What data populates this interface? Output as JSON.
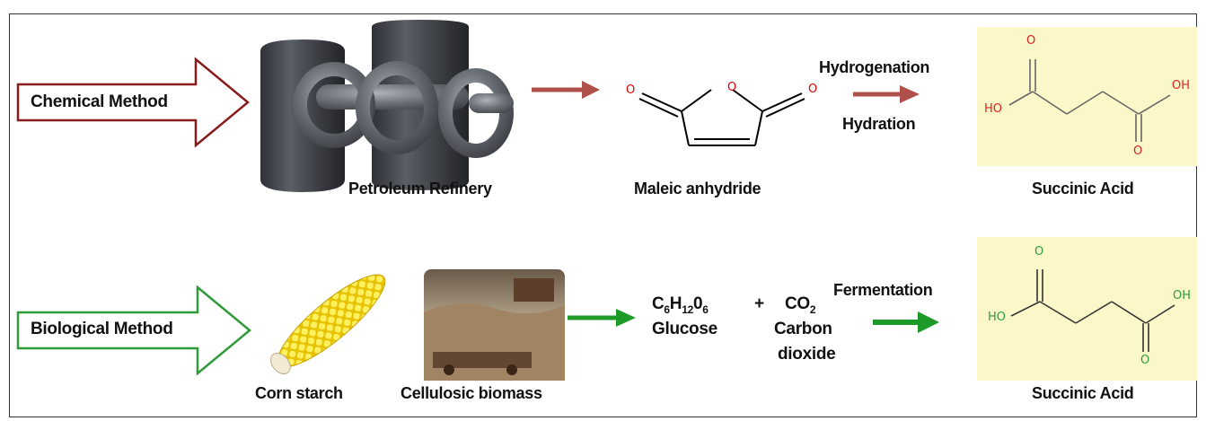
{
  "chemical": {
    "method_label": "Chemical Method",
    "source_label": "Petroleum Refinery",
    "intermediate_label": "Maleic anhydride",
    "step_top": "Hydrogenation",
    "step_bottom": "Hydration",
    "product_label": "Succinic Acid"
  },
  "biological": {
    "method_label": "Biological Method",
    "source1_label": "Corn starch",
    "source2_label": "Cellulosic biomass",
    "glucose_formula": {
      "c": "C",
      "c_sub": "6",
      "h": "H",
      "h_sub": "12",
      "o": "0",
      "o_sub": "6"
    },
    "glucose_name": "Glucose",
    "plus": "+",
    "co2_formula": {
      "base": "CO",
      "sub": "2"
    },
    "co2_name_line1": "Carbon",
    "co2_name_line2": "dioxide",
    "step_label": "Fermentation",
    "product_label": "Succinic Acid"
  },
  "atoms": {
    "oxygen": "O",
    "ho": "HO",
    "oh": "OH"
  },
  "colors": {
    "chemical_accent": "#8b1a1a",
    "chemical_arrow": "#b0504a",
    "biological_accent": "#2e9a3a",
    "biological_arrow": "#1e9a28",
    "panel": "#fbf7c8"
  }
}
